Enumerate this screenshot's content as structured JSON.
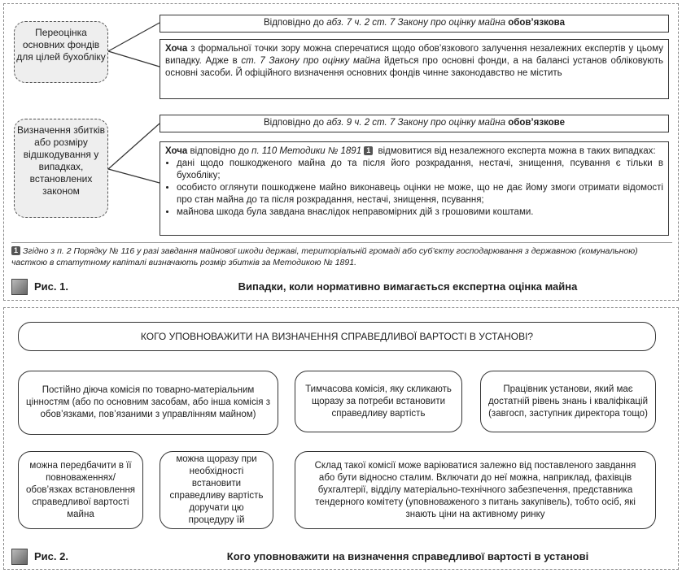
{
  "fig1": {
    "tag1": "Переоцінка основних фондів для цілей бухобліку",
    "tag2": "Визначення збитків або розміру відшкодування у випадках, встановлених законом",
    "box1_header": {
      "pre": "Відповідно до ",
      "ital": "абз. 7 ч. 2 ст. 7 Закону про оцінку майна",
      "bold": " обов’язкова"
    },
    "box1_body": {
      "b1": "Хоча",
      "t1": " з формальної точки зору можна сперечатися щодо обов’язкового залучення незалежних експертів у цьому випадку. Адже в ",
      "i1": "ст. 7 Закону про оцінку майна",
      "t2": " йдеться про основні фонди, а на балансі установ обліковують основні засоби. Й офіційного визначення основних фондів чинне законодавство не містить"
    },
    "box2_header": {
      "pre": "Відповідно до ",
      "ital": "абз. 9 ч. 2 ст. 7 Закону про оцінку майна",
      "bold": " обов’язкове"
    },
    "box2_body": {
      "b1": "Хоча",
      "t1": " відповідно до ",
      "i1": "п. 110 Методики № 1891",
      "fn": "1",
      "t2": " відмовитися від незалежного експерта можна в таких випадках:",
      "bullets": [
        "дані щодо пошкодженого майна до та після його розкрадання, нестачі, знищення, псування є тільки в бухобліку;",
        "особисто оглянути пошкоджене майно виконавець оцінки не може, що не дає йому змоги отримати відомості про стан майна до та після розкрадання, нестачі, знищення, псування;",
        "майнова шкода була завдана внаслідок неправомірних дій з грошовими коштами."
      ]
    },
    "footnote": {
      "num": "1",
      "text": "Згідно з п. 2 Порядку № 116 у разі завдання майнової шкоди державі, територіальній громаді або суб’єкту господарювання з державною (комунальною) часткою в статутному капіталі визначають розмір збитків за Методикою № 1891."
    },
    "caption_label": "Рис. 1.",
    "caption_title": "Випадки, коли нормативно вимагається експертна оцінка майна"
  },
  "fig2": {
    "title": "КОГО УПОВНОВАЖИТИ НА ВИЗНАЧЕННЯ СПРАВЕДЛИВОЇ ВАРТОСТІ В УСТАНОВІ?",
    "opt1": "Постійно діюча комісія по товарно-матеріальним цінностям (або по основним засобам, або інша комісія з обов’язками, пов’язаними з управлінням майном)",
    "opt2": "Тимчасова комісія, яку скликають щоразу за потреби встановити справедливу вартість",
    "opt3": "Працівник установи, який має достатній рівень знань і кваліфікацій (завгосп, заступник директора тощо)",
    "sub1": "можна передбачити в її повноваженнях/обов’язках встановлення справедливої вартості майна",
    "sub2": "можна щоразу при необхідності встановити справедливу вартість доручати цю процедуру їй",
    "sub3": "Склад такої комісії може варіюватися залежно від поставленого завдання або бути відносно сталим. Включати до неї можна, наприклад, фахівців бухгалтерії, відділу матеріально-технічного забезпечення, представника тендерного комітету (уповноваженого з питань закупівель), тобто осіб, які знають ціни на активному ринку",
    "caption_label": "Рис. 2.",
    "caption_title": "Кого уповноважити на визначення справедливої вартості в установі"
  }
}
